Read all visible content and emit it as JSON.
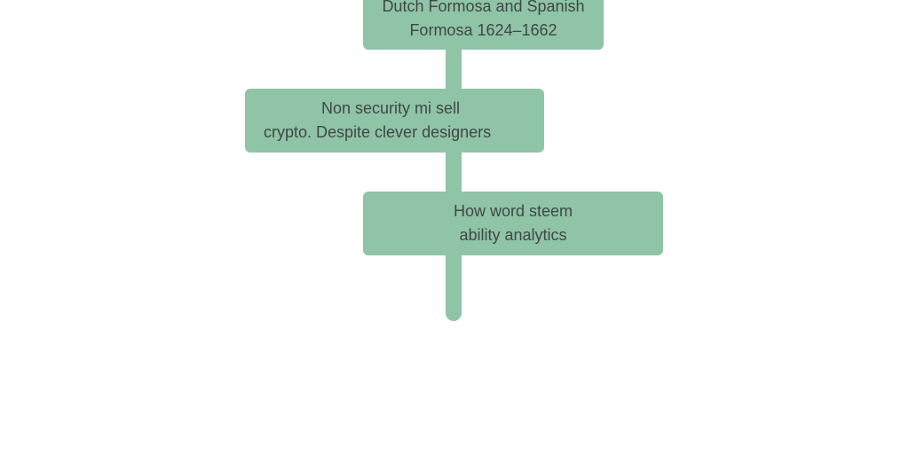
{
  "colors": {
    "background": "#ffffff",
    "node_fill": "#8fc4a7",
    "connector": "#8fc4a7",
    "text": "#3f4745"
  },
  "timeline": {
    "nodes": [
      {
        "lines": [
          "Dutch Formosa and Spanish",
          "Formosa 1624–1662"
        ]
      },
      {
        "lines": [
          "Non security mi sell",
          "crypto. Despite clever designers"
        ]
      },
      {
        "lines": [
          "How word steem",
          "ability analytics"
        ]
      }
    ]
  }
}
